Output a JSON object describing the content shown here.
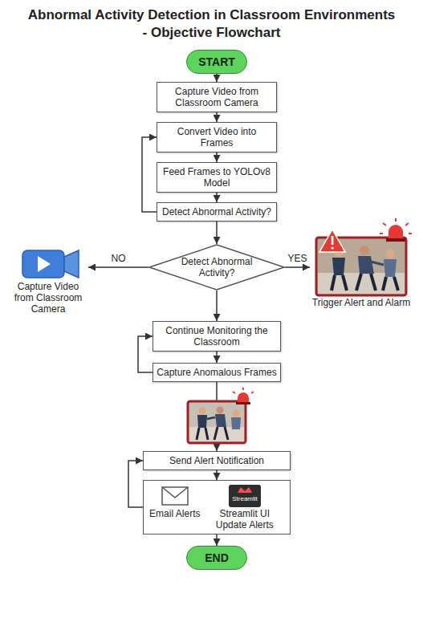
{
  "diagram": {
    "title": "Abnormal Activity Detection in Classroom Environments - Objective Flowchart",
    "nodes": [
      {
        "text": [
          "START"
        ]
      },
      {
        "text": [
          "Capture Video from Classroom Camera"
        ]
      },
      {
        "text": [
          "Convert Video into Frames"
        ]
      },
      {
        "text": [
          "Feed Frames to YOLOv8 Model"
        ]
      },
      {
        "text": [
          "Detect Abnormal Activity?"
        ]
      },
      {
        "text": [
          "Detect Abnormal Activity?"
        ]
      },
      {
        "text": [
          "Capture Video from Classroom Camera"
        ]
      },
      {
        "text": [
          "Trigger Alert and Alarm"
        ]
      },
      {
        "text": [
          "Continue Monitoring the Classroom"
        ]
      },
      {
        "text": [
          "Capture Anomalous Frames"
        ]
      },
      {
        "text": [
          "Send Alert Notification"
        ]
      },
      {
        "text": [
          "Email Alerts",
          "Streamlit UI Update Alerts"
        ]
      },
      {
        "text": [
          "END"
        ]
      }
    ],
    "edges": [
      {
        "from": 0,
        "to": 1,
        "arrow": "to"
      },
      {
        "from": 1,
        "to": 2,
        "arrow": "to"
      },
      {
        "from": 2,
        "to": 3,
        "arrow": "to"
      },
      {
        "from": 3,
        "to": 4,
        "arrow": "to"
      },
      {
        "from": 4,
        "to": 2,
        "arrow": "to"
      },
      {
        "from": 4,
        "to": 5,
        "arrow": "to"
      },
      {
        "from": 5,
        "to": 6,
        "label": "NO",
        "arrow": "to"
      },
      {
        "from": 5,
        "to": 7,
        "label": "YES",
        "arrow": "to"
      },
      {
        "from": 5,
        "to": 8,
        "arrow": "to"
      },
      {
        "from": 8,
        "to": 9,
        "arrow": "to"
      },
      {
        "from": 9,
        "to": 8,
        "arrow": "to"
      },
      {
        "from": 9,
        "to": 10,
        "arrow": "to"
      },
      {
        "from": 10,
        "to": 11,
        "arrow": "to"
      },
      {
        "from": 11,
        "to": 10,
        "arrow": "to"
      },
      {
        "from": 11,
        "to": 12,
        "arrow": "to"
      }
    ],
    "labels": [
      "Streamlit"
    ]
  }
}
